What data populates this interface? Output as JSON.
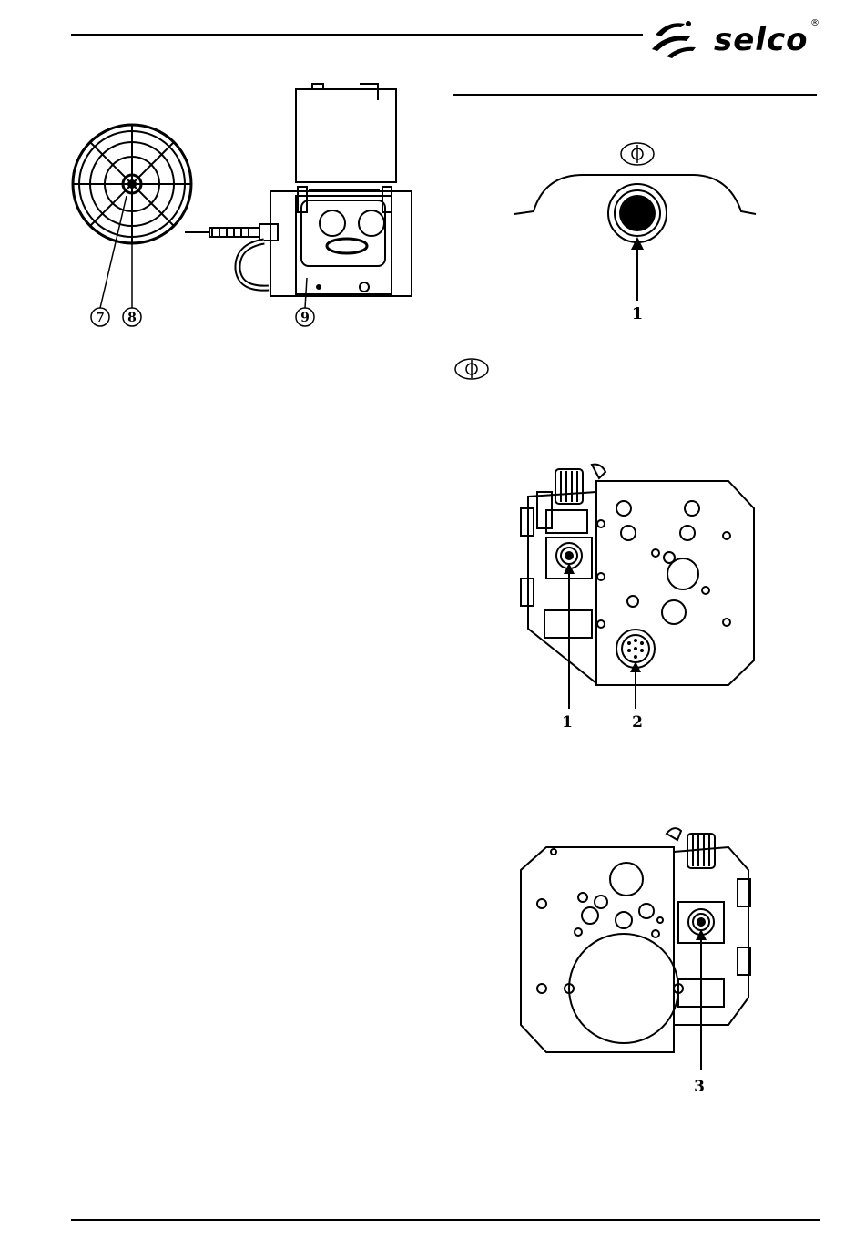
{
  "header": {
    "brand": "selco",
    "registered": "®"
  },
  "figures": {
    "spool": {
      "callouts": [
        "7",
        "8",
        "9"
      ]
    },
    "socket": {
      "callouts": [
        "1"
      ]
    },
    "front_panel": {
      "callouts": [
        "1",
        "2"
      ]
    },
    "rear_panel": {
      "callouts": [
        "3"
      ]
    }
  },
  "colors": {
    "ink": "#000000",
    "paper": "#ffffff"
  },
  "icons": {
    "polarity": "polarity-symbol-icon"
  }
}
